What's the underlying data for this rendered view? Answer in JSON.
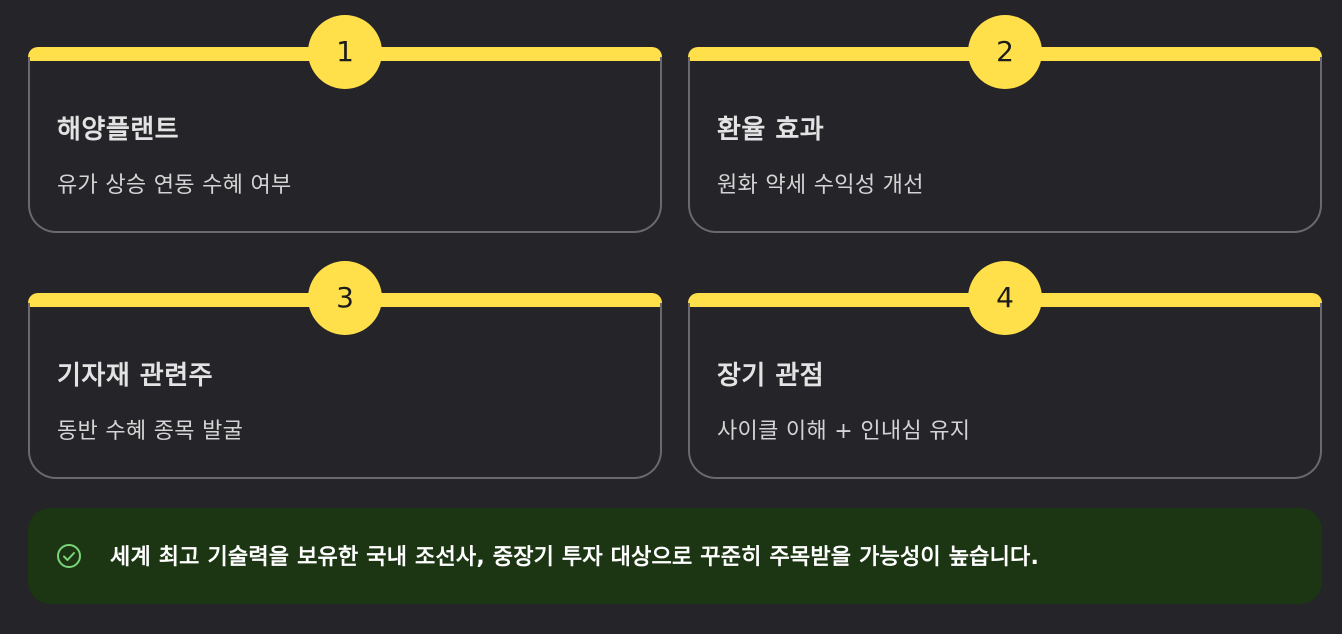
{
  "cards": [
    {
      "number": "1",
      "title": "해양플랜트",
      "desc": "유가 상승 연동 수혜 여부"
    },
    {
      "number": "2",
      "title": "환율 효과",
      "desc": "원화 약세 수익성 개선"
    },
    {
      "number": "3",
      "title": "기자재 관련주",
      "desc": "동반 수혜 종목 발굴"
    },
    {
      "number": "4",
      "title": "장기 관점",
      "desc": "사이클 이해 + 인내심 유지"
    }
  ],
  "banner": {
    "icon": "check-circle-icon",
    "text": "세계 최고 기술력을 보유한 국내 조선사, 중장기 투자 대상으로 꾸준히 주목받을 가능성이 높습니다."
  },
  "colors": {
    "background": "#252428",
    "accent": "#ffe04b",
    "card_border": "#6a696d",
    "banner_bg": "#1c3614",
    "check": "#7bd67a"
  }
}
